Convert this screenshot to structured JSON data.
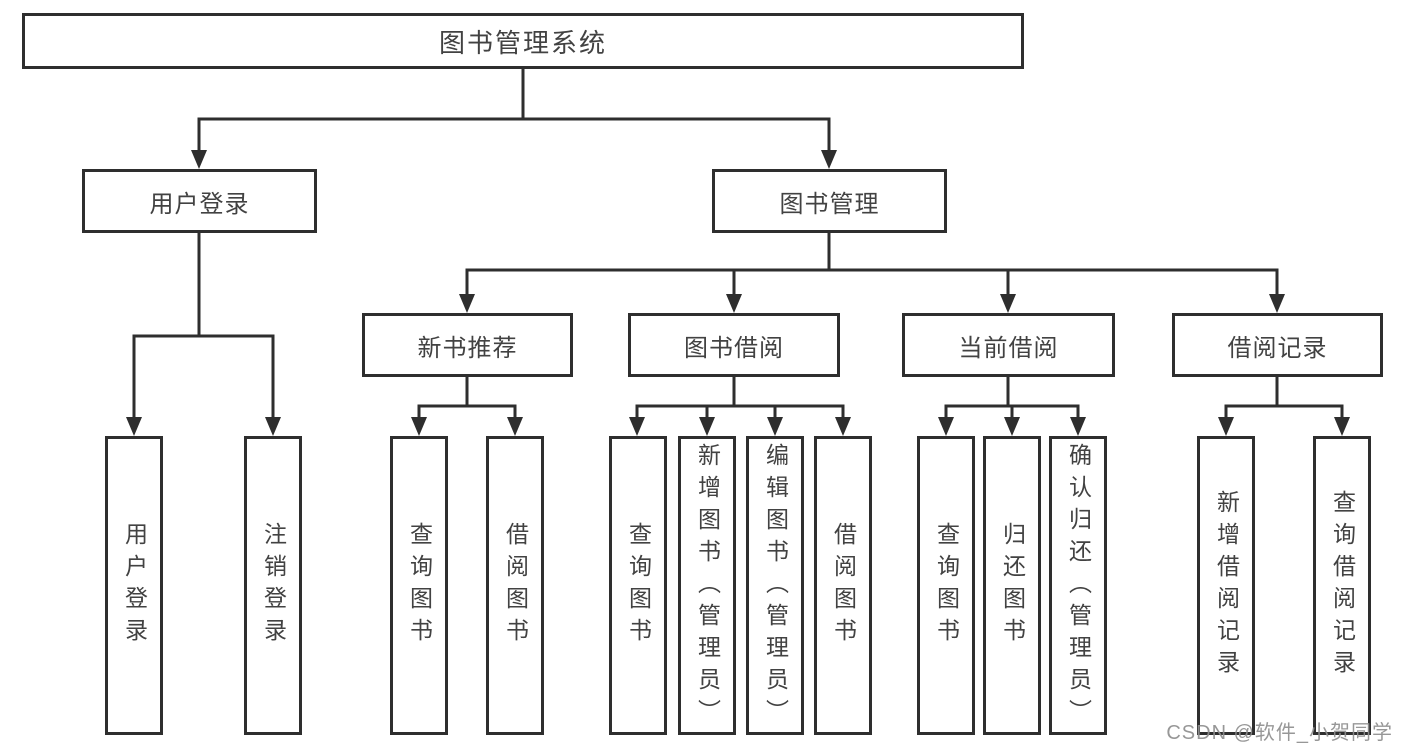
{
  "diagram": {
    "root": {
      "label": "图书管理系统"
    },
    "branches": [
      {
        "label": "用户登录",
        "children": [
          {
            "label": "用户登录"
          },
          {
            "label": "注销登录"
          }
        ]
      },
      {
        "label": "图书管理",
        "sections": [
          {
            "label": "新书推荐",
            "children": [
              {
                "label": "查询图书"
              },
              {
                "label": "借阅图书"
              }
            ]
          },
          {
            "label": "图书借阅",
            "children": [
              {
                "label": "查询图书"
              },
              {
                "label": "新增图书（管理员）"
              },
              {
                "label": "编辑图书（管理员）"
              },
              {
                "label": "借阅图书"
              }
            ]
          },
          {
            "label": "当前借阅",
            "children": [
              {
                "label": "查询图书"
              },
              {
                "label": "归还图书"
              },
              {
                "label": "确认归还（管理员）"
              }
            ]
          },
          {
            "label": "借阅记录",
            "children": [
              {
                "label": "新增借阅记录"
              },
              {
                "label": "查询借阅记录"
              }
            ]
          }
        ]
      }
    ]
  },
  "watermark": {
    "text": "CSDN @软件_小贺同学"
  },
  "colors": {
    "line": "#2e2e2e",
    "text": "#424242",
    "bg": "#ffffff",
    "watermark": "#8f8f8f"
  }
}
